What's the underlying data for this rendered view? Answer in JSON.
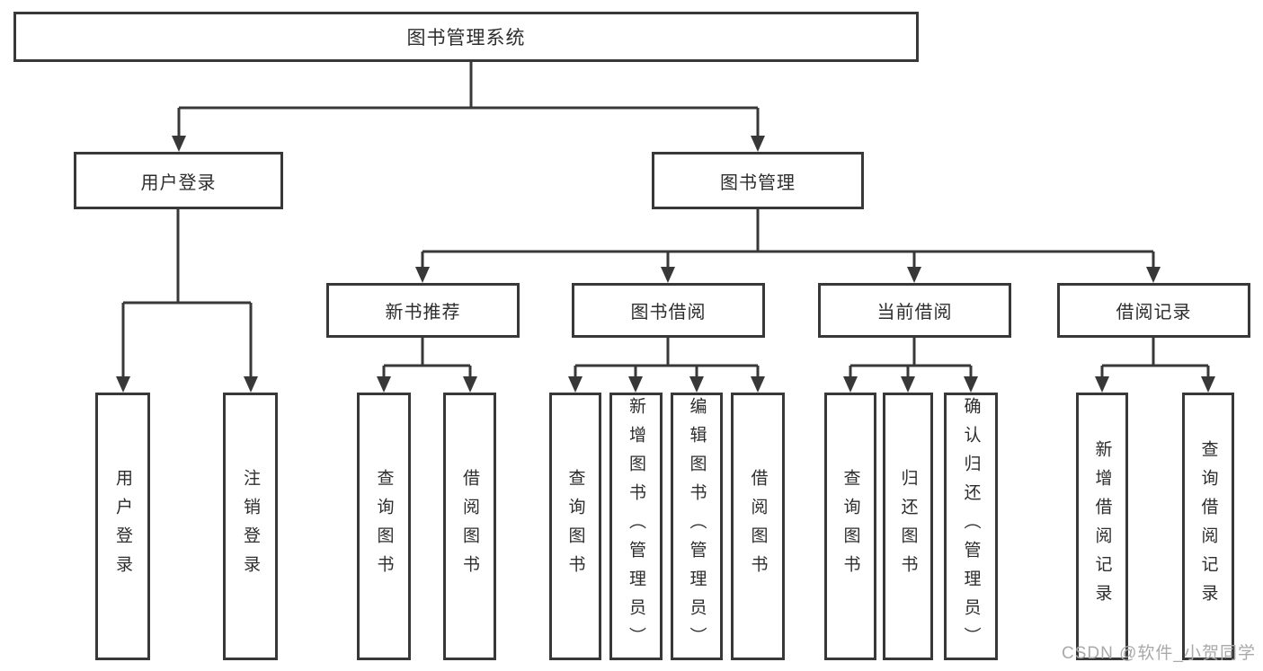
{
  "diagram_title": "图书管理系统",
  "tree": {
    "label": "图书管理系统",
    "children": [
      {
        "label": "用户登录",
        "children": [
          {
            "label": "用户登录"
          },
          {
            "label": "注销登录"
          }
        ]
      },
      {
        "label": "图书管理",
        "children": [
          {
            "label": "新书推荐",
            "children": [
              {
                "label": "查询图书"
              },
              {
                "label": "借阅图书"
              }
            ]
          },
          {
            "label": "图书借阅",
            "children": [
              {
                "label": "查询图书"
              },
              {
                "label": "新增图书（管理员）"
              },
              {
                "label": "编辑图书（管理员）"
              },
              {
                "label": "借阅图书"
              }
            ]
          },
          {
            "label": "当前借阅",
            "children": [
              {
                "label": "查询图书"
              },
              {
                "label": "归还图书"
              },
              {
                "label": "确认归还（管理员）"
              }
            ]
          },
          {
            "label": "借阅记录",
            "children": [
              {
                "label": "新增借阅记录"
              },
              {
                "label": "查询借阅记录"
              }
            ]
          }
        ]
      }
    ]
  },
  "watermark": {
    "text": "CSDN @软件_小贺同学"
  },
  "colors": {
    "line": "#383838",
    "text": "#2d2d2d",
    "watermark": "#a9a9a9",
    "background": "#ffffff"
  }
}
